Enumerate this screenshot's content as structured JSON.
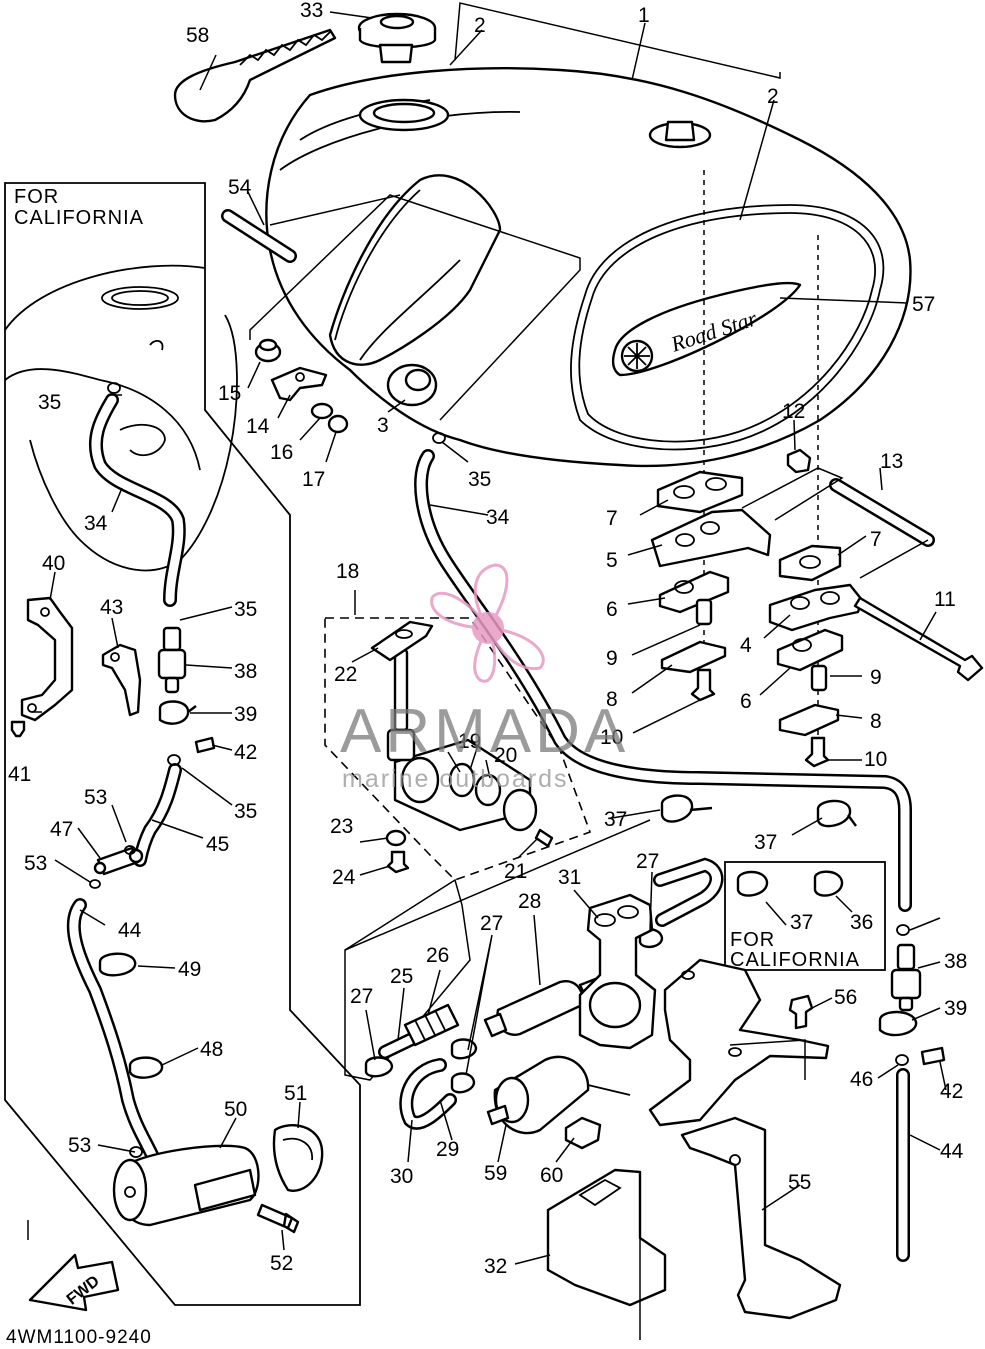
{
  "diagram": {
    "drawing_code": "4WM1100-9240",
    "inset_main_label": [
      "FOR",
      "CALIFORNIA"
    ],
    "inset_small_label": [
      "FOR",
      "CALIFORNIA"
    ],
    "fwd_label": "FWD",
    "tank_badge_text": "Road Star",
    "watermark": {
      "brand": "ARMADA",
      "tagline": "marine outboards",
      "accent_color": "#e79ac2"
    },
    "callouts": [
      "1",
      "2",
      "2",
      "3",
      "4",
      "5",
      "6",
      "6",
      "7",
      "7",
      "8",
      "8",
      "9",
      "9",
      "10",
      "10",
      "11",
      "12",
      "13",
      "14",
      "15",
      "16",
      "17",
      "18",
      "19",
      "20",
      "21",
      "22",
      "23",
      "24",
      "25",
      "26",
      "27",
      "27",
      "27",
      "28",
      "29",
      "30",
      "31",
      "32",
      "33",
      "34",
      "34",
      "35",
      "35",
      "35",
      "35",
      "36",
      "37",
      "37",
      "37",
      "38",
      "38",
      "39",
      "39",
      "40",
      "41",
      "42",
      "42",
      "43",
      "44",
      "44",
      "45",
      "46",
      "47",
      "48",
      "49",
      "50",
      "51",
      "52",
      "53",
      "53",
      "53",
      "54",
      "55",
      "56",
      "57",
      "58",
      "59",
      "60"
    ]
  }
}
